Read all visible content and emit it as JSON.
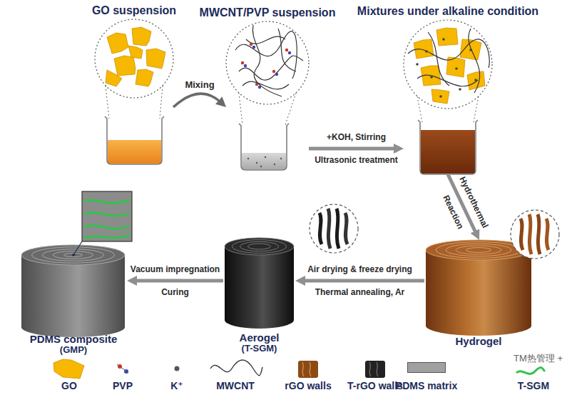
{
  "diagram": {
    "nodes": [
      {
        "text": [
          "GO suspension"
        ]
      },
      {
        "text": [
          "MWCNT/PVP suspension"
        ]
      },
      {
        "text": [
          "Mixtures under alkaline condition"
        ]
      },
      {
        "text": [
          "Hydrogel"
        ]
      },
      {
        "text": [
          "Aerogel",
          "(T-SGM)"
        ]
      },
      {
        "text": [
          "PDMS composite",
          "(GMP)"
        ]
      }
    ],
    "edges": [
      {
        "from": 0,
        "to": 1,
        "label": "Mixing",
        "arrow": "to"
      },
      {
        "from": 1,
        "to": 2,
        "label": "+KOH, Stirring Ultrasonic treatment",
        "arrow": "to"
      },
      {
        "from": 2,
        "to": 3,
        "label": "Hydrothermal Reaction",
        "arrow": "to"
      },
      {
        "from": 3,
        "to": 4,
        "label": "Air drying & freeze drying Thermal annealing, Ar",
        "arrow": "to"
      },
      {
        "from": 4,
        "to": 5,
        "label": "Vacuum impregnation Curing",
        "arrow": "to"
      }
    ],
    "labels": [
      "TM热管理 +"
    ],
    "legend": [
      {
        "text": "GO"
      },
      {
        "text": "PVP"
      },
      {
        "text": "K⁺"
      },
      {
        "text": "MWCNT"
      },
      {
        "text": "rGO walls"
      },
      {
        "text": "T-rGO walls"
      },
      {
        "text": "PDMS matrix",
        "color": "#a0a0a0"
      },
      {
        "text": "T-SGM"
      }
    ]
  }
}
